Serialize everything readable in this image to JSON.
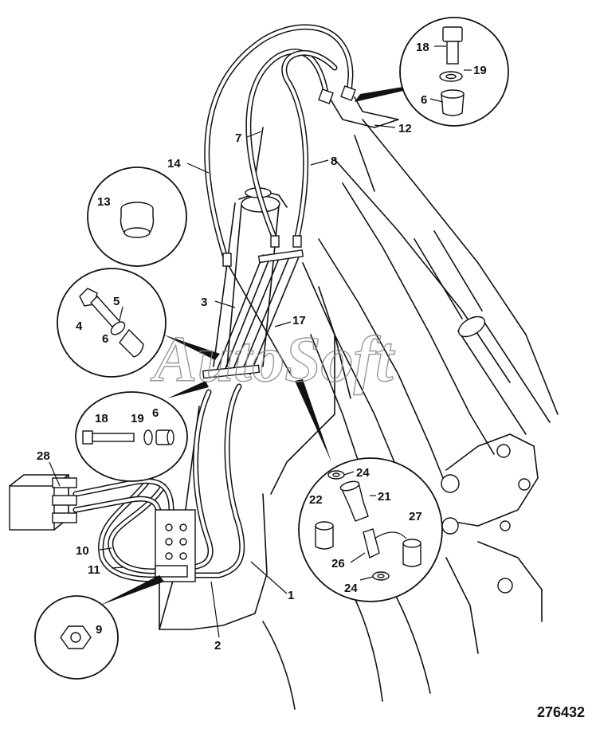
{
  "watermark": "AutoSoft",
  "reference_number": "276432",
  "callouts": {
    "c1": "1",
    "c2": "2",
    "c3": "3",
    "c4": "4",
    "c5": "5",
    "c6a": "6",
    "c6b": "6",
    "c6c": "6",
    "c7": "7",
    "c8": "8",
    "c9": "9",
    "c10": "10",
    "c11": "11",
    "c12": "12",
    "c13": "13",
    "c14": "14",
    "c17": "17",
    "c18a": "18",
    "c18b": "18",
    "c19a": "19",
    "c19b": "19",
    "c21": "21",
    "c22": "22",
    "c24a": "24",
    "c24b": "24",
    "c26": "26",
    "c27": "27",
    "c28": "28"
  }
}
